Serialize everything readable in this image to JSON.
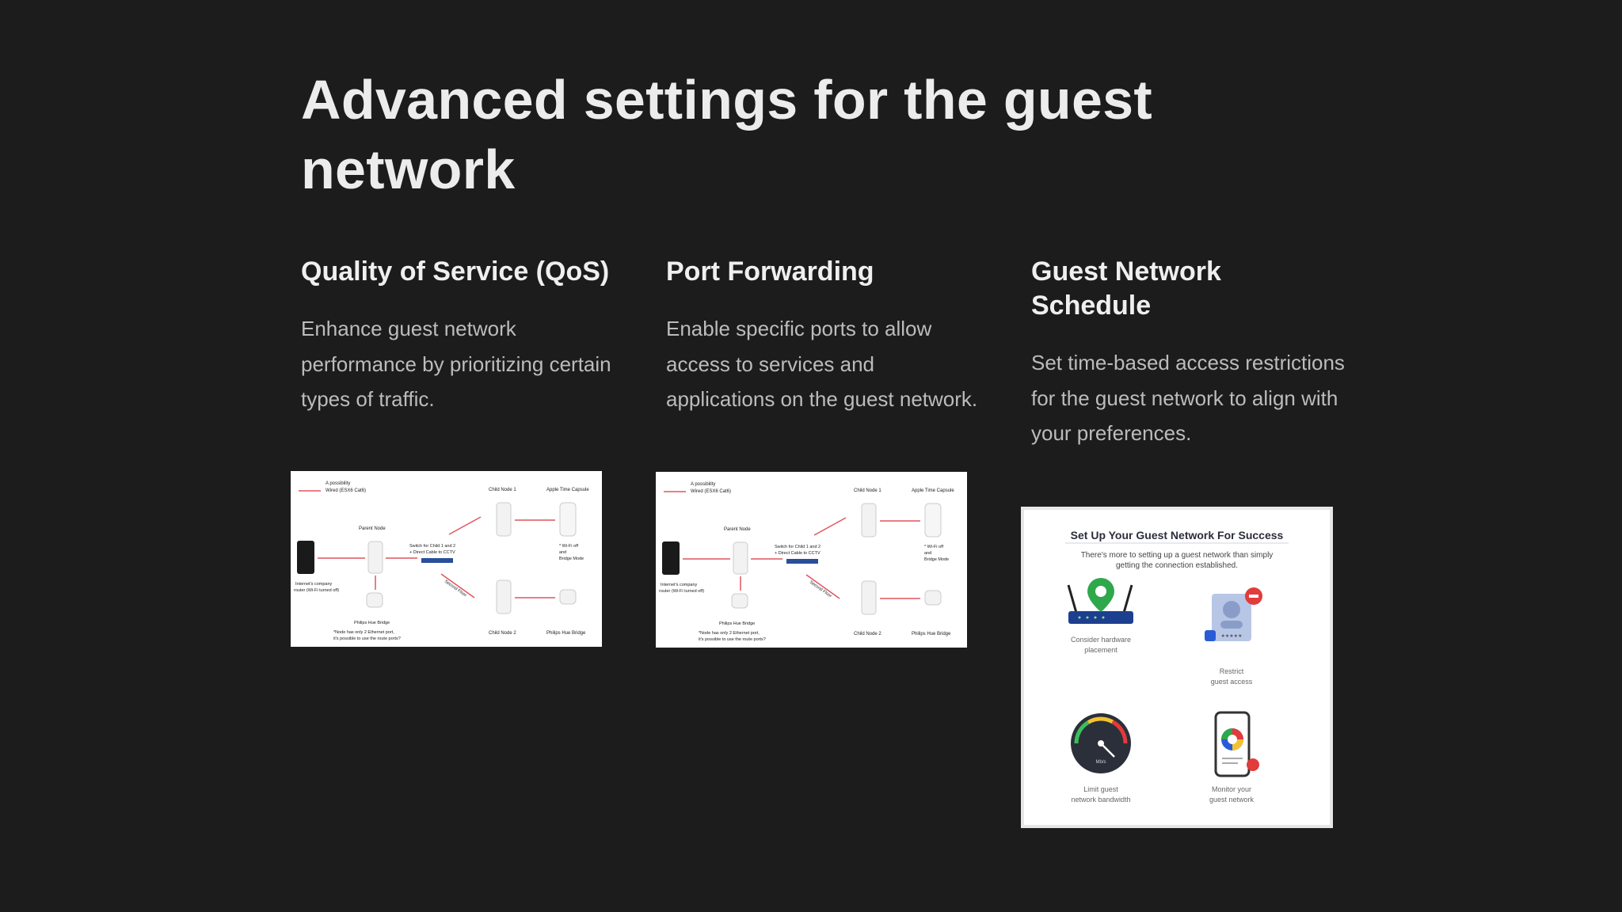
{
  "slide": {
    "title": "Advanced settings for the guest network"
  },
  "columns": [
    {
      "heading": "Quality of Service (QoS)",
      "body": "Enhance guest network performance by prioritizing certain types of traffic."
    },
    {
      "heading": "Port Forwarding",
      "body": "Enable specific ports to allow access to services and applications on the guest network."
    },
    {
      "heading": "Guest Network Schedule",
      "body": "Set time-based access restrictions for the guest network to align with your preferences."
    }
  ],
  "diagram": {
    "legend_line1": "A possibility",
    "legend_line2": "Wired (ESX6 Cat6)",
    "child_node_1": "Child Node 1",
    "apple_time_capsule": "Apple Time Capsule",
    "parent_node": "Parent Node",
    "switch_line1": "Switch for Child 1 and 2",
    "switch_line2": "+ Direct Cable to CCTV",
    "wifi_off_line1": "* Wi-Fi off",
    "wifi_off_line2": "and",
    "wifi_off_line3": "Bridge Mode",
    "router_line1": "Internet's company",
    "router_line2": "router (Wi-Fi turned off)",
    "second_floor": "Second Floor",
    "philips_hue_bridge": "Philips Hue Bridge",
    "note_line1": "*Node has only 2 Ethernet port,",
    "note_line2": "it's possible to use the route ports?",
    "child_node_2": "Child Node 2",
    "philips_hue_bridge_right": "Philips Hue Bridge"
  },
  "infographic": {
    "title": "Set Up Your Guest Network For Success",
    "subtitle_line1": "There's more to setting up a guest network than simply",
    "subtitle_line2": "getting the connection established.",
    "item1_line1": "Consider hardware",
    "item1_line2": "placement",
    "item2_line1": "Restrict",
    "item2_line2": "guest access",
    "item3_line1": "Limit guest",
    "item3_line2": "network bandwidth",
    "item4_line1": "Monitor your",
    "item4_line2": "guest network",
    "stars": "★★★★★",
    "gauge_label": "Mb/s"
  },
  "colors": {
    "background": "#1c1c1c",
    "title": "#ececec",
    "body": "#bcbcbc",
    "wire": "#e0555d",
    "pin_green": "#2ea84a",
    "router_blue": "#1d3f8f",
    "restrict_red": "#e23b3b"
  }
}
